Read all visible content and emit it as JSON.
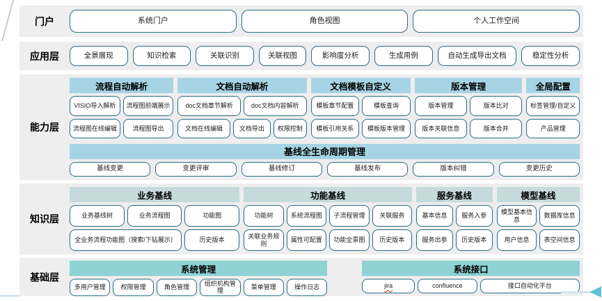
{
  "colors": {
    "band_background": "#eeeeee",
    "capability_header": "#a6d4e4",
    "knowledge_header": "#c6dadb",
    "base_header": "#8ed2d4",
    "box_border": "#2a6d84",
    "arrow_accent": "#5fc2ce",
    "spellcheck_underline": "#e02020"
  },
  "bands": [
    {
      "id": "portal",
      "label": "门户",
      "buttons": [
        "系统门户",
        "角色视图",
        "个人工作空间"
      ]
    },
    {
      "id": "app",
      "label": "应用层",
      "buttons": [
        "全景展现",
        "知识检索",
        "关联识别",
        "关联视图",
        "影响度分析",
        "生成用例",
        "自动生成导出文档",
        "稳定性分析"
      ]
    },
    {
      "id": "capability",
      "label": "能力层",
      "groups": [
        {
          "title": "流程自动解析",
          "rows": [
            [
              "VISIO导入解析",
              "流程图前端展示"
            ],
            [
              "流程图在线编辑",
              "流程图导出"
            ]
          ]
        },
        {
          "title": "文档自动解析",
          "rows": [
            [
              "doc文档章节解析",
              "doc文档内容解析"
            ],
            [
              "文档在线编辑",
              "文档导出",
              "权限控制"
            ]
          ]
        },
        {
          "title": "文档模板自定义",
          "rows": [
            [
              "模板章节配置",
              "模板查询"
            ],
            [
              "模板引用关系",
              "模板版本管理"
            ]
          ]
        },
        {
          "title": "版本管理",
          "rows": [
            [
              "版本管理",
              "版本比对"
            ],
            [
              "版本关联信息",
              "版本合并"
            ]
          ]
        },
        {
          "title": "全局配置",
          "rows": [
            [
              "标签管理/自定义"
            ],
            [
              "产品管理"
            ]
          ]
        }
      ],
      "baseline": {
        "title": "基线全生命周期管理",
        "buttons": [
          "基线变更",
          "变更评审",
          "基线修订",
          "基线发布",
          "版本纠错",
          "变更历史"
        ]
      }
    },
    {
      "id": "knowledge",
      "label": "知识层",
      "groups": [
        {
          "title": "业务基线",
          "rows": [
            [
              "业务基线树",
              "业务流程图",
              "功能图"
            ],
            [
              "全业务流程功能图（搜索/下钻展示）",
              "历史版本"
            ]
          ]
        },
        {
          "title": "功能基线",
          "rows": [
            [
              "功能树",
              "系统流程图",
              "子流程管理",
              "关联服务"
            ],
            [
              "关联业务规则",
              "属性可配置",
              "功能全景图",
              "历史版本"
            ]
          ]
        },
        {
          "title": "服务基线",
          "rows": [
            [
              "基本信息",
              "服务入参"
            ],
            [
              "服务出参",
              "历史版本"
            ]
          ]
        },
        {
          "title": "模型基线",
          "rows": [
            [
              "模型基本信息",
              "数据库信息"
            ],
            [
              "用户信息",
              "表空间信息"
            ]
          ]
        }
      ]
    },
    {
      "id": "base",
      "label": "基础层",
      "groups": [
        {
          "title": "系统管理",
          "rows": [
            [
              "多用户管理",
              "权限管理",
              "角色管理",
              "组织机构管理",
              "菜单管理",
              "操作日志"
            ]
          ]
        },
        {
          "title": "系统接口",
          "rows": [
            [
              "jira",
              "confluence",
              "接口自动化平台"
            ]
          ]
        }
      ]
    }
  ]
}
